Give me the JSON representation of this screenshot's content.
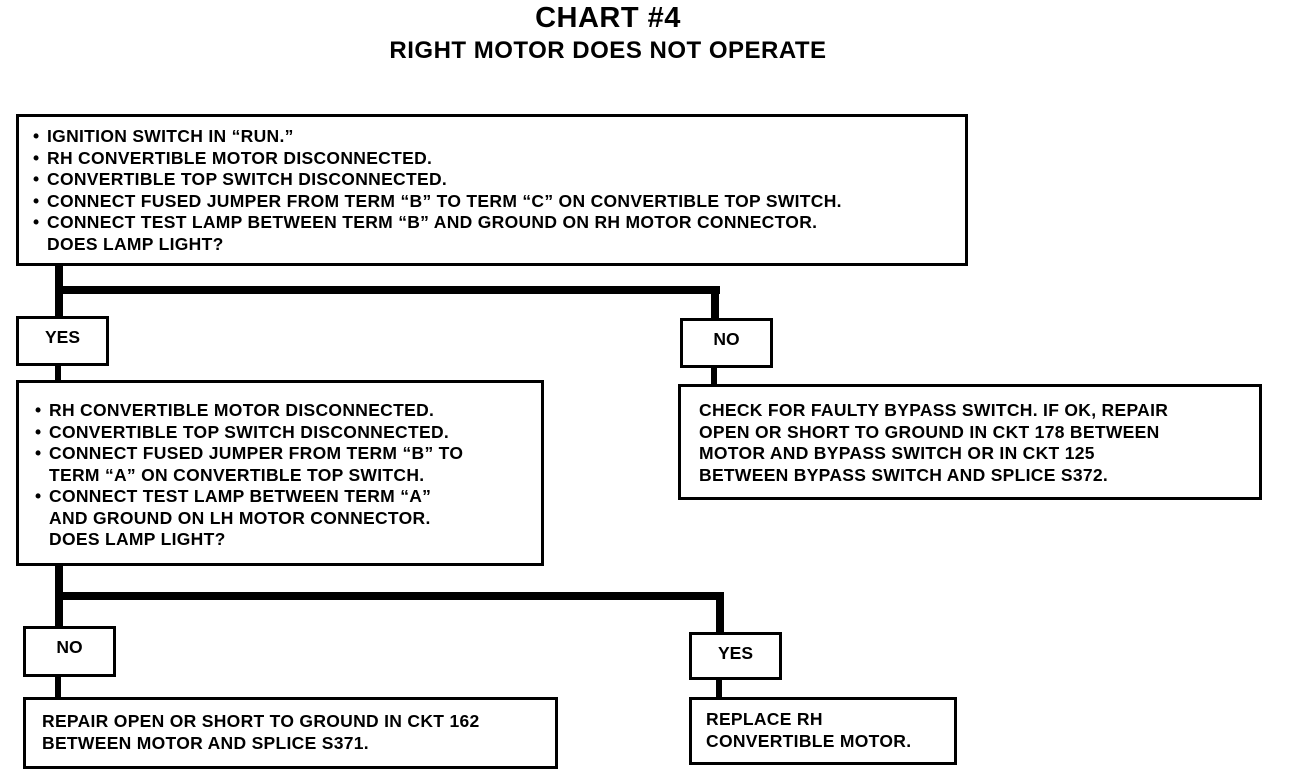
{
  "title": "CHART #4",
  "subtitle": "RIGHT MOTOR DOES NOT OPERATE",
  "step1": {
    "bullets": [
      "IGNITION SWITCH IN “RUN.”",
      "RH CONVERTIBLE MOTOR DISCONNECTED.",
      "CONVERTIBLE TOP SWITCH DISCONNECTED.",
      "CONNECT FUSED JUMPER FROM TERM “B” TO TERM “C” ON CONVERTIBLE TOP SWITCH.",
      "CONNECT TEST LAMP BETWEEN TERM “B” AND GROUND ON RH MOTOR CONNECTOR."
    ],
    "question": "DOES LAMP LIGHT?"
  },
  "step1_yes_label": "YES",
  "step1_no_label": "NO",
  "step2": {
    "bullets": [
      [
        "RH CONVERTIBLE MOTOR DISCONNECTED."
      ],
      [
        "CONVERTIBLE TOP SWITCH DISCONNECTED."
      ],
      [
        "CONNECT FUSED JUMPER FROM TERM “B” TO",
        "TERM “A” ON CONVERTIBLE TOP SWITCH."
      ],
      [
        "CONNECT TEST LAMP BETWEEN TERM “A”",
        "AND GROUND ON LH MOTOR CONNECTOR."
      ]
    ],
    "question": "DOES LAMP LIGHT?"
  },
  "no_result": {
    "lines": [
      "CHECK FOR FAULTY BYPASS SWITCH.  IF OK, REPAIR",
      "OPEN OR SHORT TO GROUND IN CKT 178 BETWEEN",
      "MOTOR AND BYPASS SWITCH OR IN CKT 125",
      "BETWEEN BYPASS SWITCH AND SPLICE S372."
    ]
  },
  "step2_no_label": "NO",
  "step2_yes_label": "YES",
  "repair_result": {
    "lines": [
      "REPAIR OPEN OR SHORT TO GROUND IN CKT 162",
      "BETWEEN MOTOR AND SPLICE S371."
    ]
  },
  "replace_result": {
    "lines": [
      "REPLACE RH",
      "CONVERTIBLE MOTOR."
    ]
  },
  "bullet_glyph": "•"
}
